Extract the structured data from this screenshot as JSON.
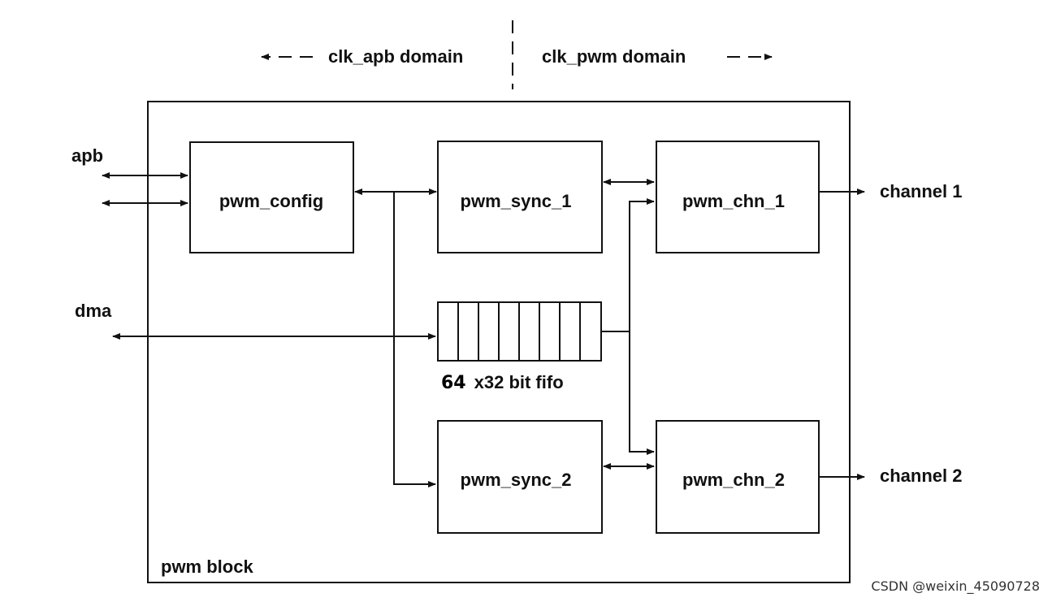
{
  "domains": {
    "left": "clk_apb domain",
    "right": "clk_pwm domain"
  },
  "block_label": "pwm block",
  "modules": {
    "pwm_config": "pwm_config",
    "pwm_sync_1": "pwm_sync_1",
    "pwm_sync_2": "pwm_sync_2",
    "pwm_chn_1": "pwm_chn_1",
    "pwm_chn_2": "pwm_chn_2"
  },
  "fifo": {
    "depth": "64",
    "label": "x32 bit fifo"
  },
  "ports": {
    "apb": "apb",
    "dma": "dma",
    "channel1": "channel 1",
    "channel2": "channel 2"
  },
  "watermark": "CSDN @weixin_45090728",
  "colors": {
    "line": "#111111",
    "background": "#ffffff"
  }
}
